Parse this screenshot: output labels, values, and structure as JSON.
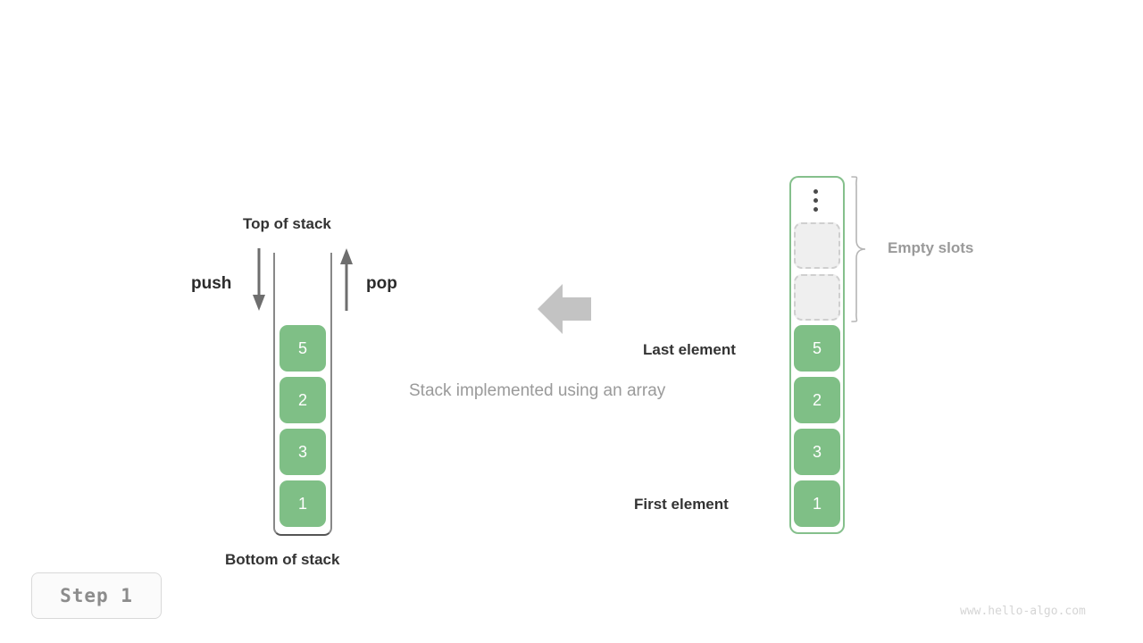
{
  "diagram": {
    "caption": "Stack implemented using an array",
    "step_badge": "Step  1",
    "watermark": "www.hello-algo.com",
    "colors": {
      "element_fill": "#7fbf86",
      "element_text": "#ffffff",
      "array_border": "#85c08c",
      "empty_slot_fill": "#efefef",
      "empty_slot_border": "#cfcfcf",
      "label_dark": "#333333",
      "label_muted": "#9a9a9a",
      "transform_arrow": "#c3c3c3"
    }
  },
  "stack_view": {
    "top_label": "Top of stack",
    "bottom_label": "Bottom of stack",
    "push_label": "push",
    "pop_label": "pop",
    "push_direction": "down",
    "pop_direction": "up",
    "elements_top_to_bottom": [
      "5",
      "2",
      "3",
      "1"
    ]
  },
  "array_view": {
    "ellipsis_icon": "vertical-ellipsis-icon",
    "empty_slots_label": "Empty slots",
    "empty_slot_count": 2,
    "last_element_label": "Last element",
    "first_element_label": "First element",
    "elements_top_to_bottom": [
      "5",
      "2",
      "3",
      "1"
    ]
  },
  "transform": {
    "arrow_icon": "arrow-left-icon",
    "direction": "left"
  }
}
